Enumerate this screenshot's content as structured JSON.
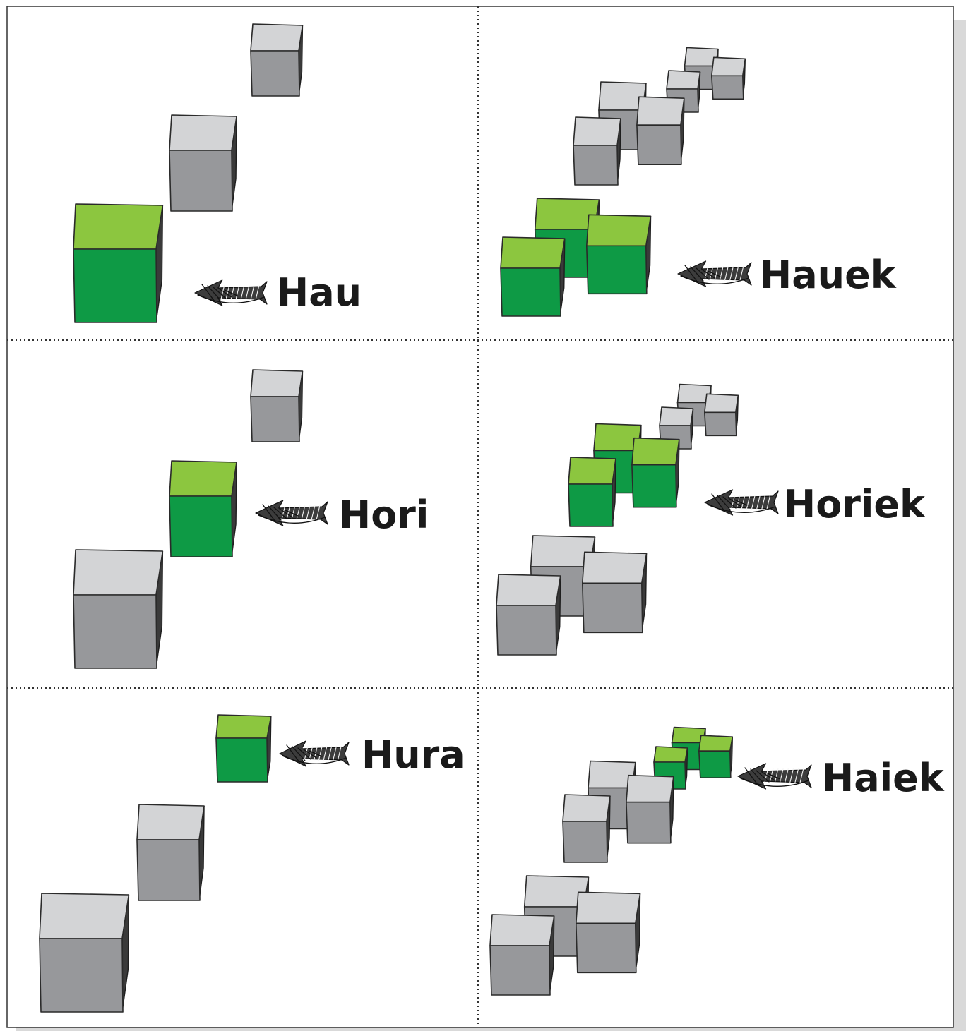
{
  "colors": {
    "green_top": "#8cc63f",
    "green_front": "#0e9a45",
    "gray_top": "#d3d4d6",
    "gray_front": "#97989b",
    "frame": "#333333",
    "page_shadow": "#d9d9d9"
  },
  "icons": {
    "arrow": "hand-drawn-left-arrow-icon"
  },
  "panels": [
    {
      "id": "hau",
      "label": "Hau",
      "highlighted_size": "large",
      "cubes": [
        {
          "size": "small",
          "group": false,
          "highlight": false
        },
        {
          "size": "medium",
          "group": false,
          "highlight": false
        },
        {
          "size": "large",
          "group": false,
          "highlight": true
        }
      ]
    },
    {
      "id": "hauek",
      "label": "Hauek",
      "highlighted_size": "large",
      "cubes": [
        {
          "size": "small",
          "group": true,
          "highlight": false
        },
        {
          "size": "medium",
          "group": true,
          "highlight": false
        },
        {
          "size": "large",
          "group": true,
          "highlight": true
        }
      ]
    },
    {
      "id": "hori",
      "label": "Hori",
      "highlighted_size": "medium",
      "cubes": [
        {
          "size": "small",
          "group": false,
          "highlight": false
        },
        {
          "size": "medium",
          "group": false,
          "highlight": true
        },
        {
          "size": "large",
          "group": false,
          "highlight": false
        }
      ]
    },
    {
      "id": "horiek",
      "label": "Horiek",
      "highlighted_size": "medium",
      "cubes": [
        {
          "size": "small",
          "group": true,
          "highlight": false
        },
        {
          "size": "medium",
          "group": true,
          "highlight": true
        },
        {
          "size": "large",
          "group": true,
          "highlight": false
        }
      ]
    },
    {
      "id": "hura",
      "label": "Hura",
      "highlighted_size": "small",
      "cubes": [
        {
          "size": "small",
          "group": false,
          "highlight": true
        },
        {
          "size": "medium",
          "group": false,
          "highlight": false
        },
        {
          "size": "large",
          "group": false,
          "highlight": false
        }
      ]
    },
    {
      "id": "haiek",
      "label": "Haiek",
      "highlighted_size": "small",
      "cubes": [
        {
          "size": "small",
          "group": true,
          "highlight": true
        },
        {
          "size": "medium",
          "group": true,
          "highlight": false
        },
        {
          "size": "large",
          "group": true,
          "highlight": false
        }
      ]
    }
  ]
}
